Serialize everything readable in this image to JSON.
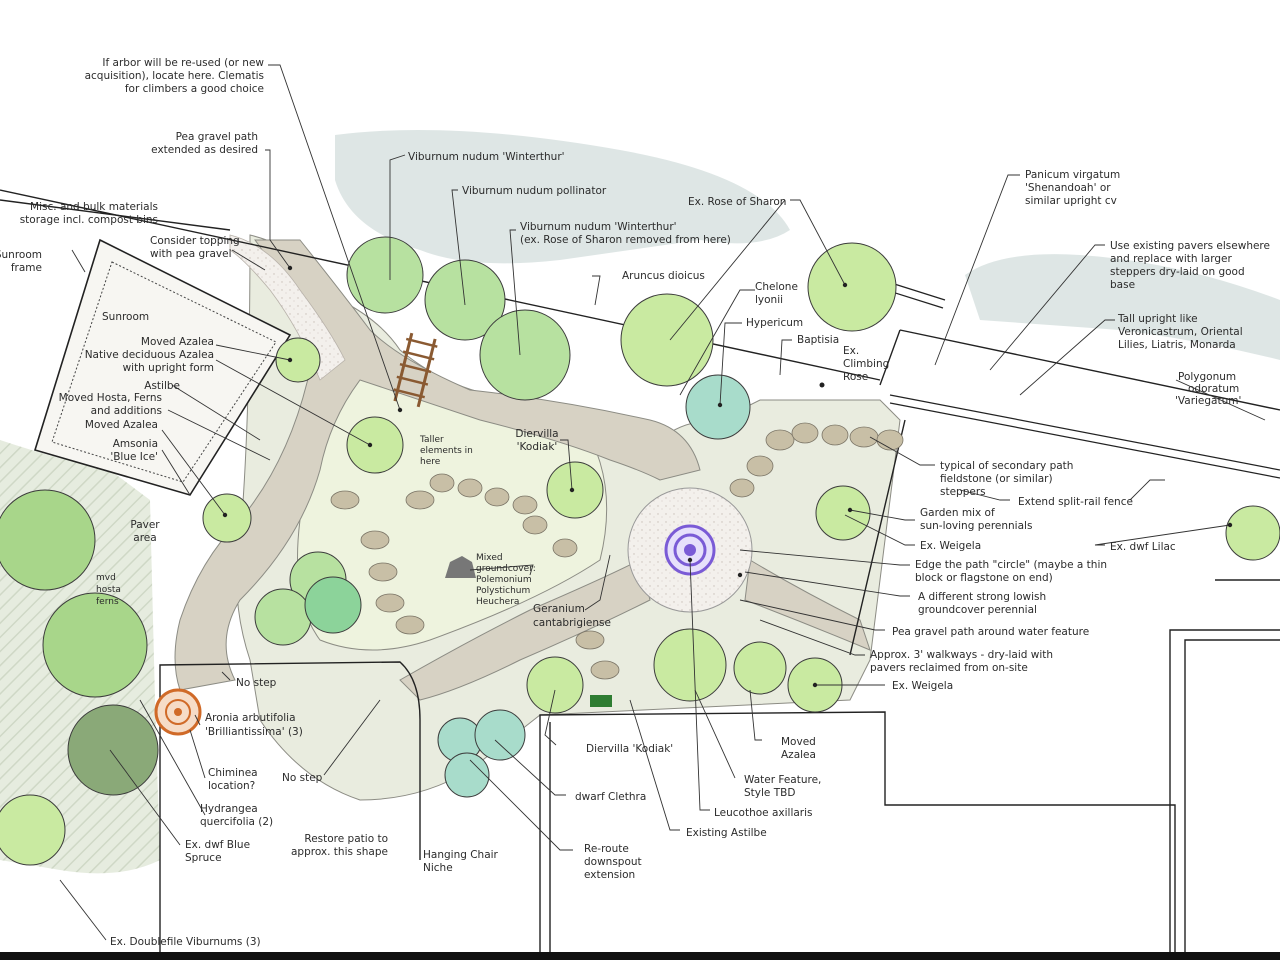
{
  "colors": {
    "background": "#ffffff",
    "shade_wash": "#d8e2e0",
    "bed_fill": "#e9ecdf",
    "lawn_fill": "#eef3de",
    "path_fill": "#d7d2c4",
    "gravel_fill": "#f1eeea",
    "stone_fill": "#c8bfa6",
    "shrub_light": "#c9eaa1",
    "shrub_mid": "#b7e1a0",
    "shrub_teal": "#a8dccb",
    "shrub_dark": "#8aa978",
    "arbor": "#8a5a32",
    "water_feature": "#7a5bd6",
    "chiminea": "#d06a28"
  },
  "labels": {
    "arbor_note": [
      "If arbor will be re-used (or new",
      "acquisition), locate here. Clematis",
      "for climbers a good choice"
    ],
    "pea_gravel_ext": [
      "Pea gravel path",
      "extended as desired"
    ],
    "storage": [
      "Misc. and bulk materials",
      "storage incl. compost bins"
    ],
    "sunroom_frame": [
      "Sunroom",
      "frame"
    ],
    "consider_topping": [
      "Consider topping",
      "with pea gravel"
    ],
    "sunroom": "Sunroom",
    "moved_azalea_1": "Moved Azalea",
    "native_azalea": [
      "Native deciduous Azalea",
      "with upright form"
    ],
    "astilbe": "Astilbe",
    "moved_hosta": [
      "Moved Hosta, Ferns",
      "and additions"
    ],
    "moved_azalea_2": "Moved Azalea",
    "amsonia": [
      "Amsonia",
      "'Blue Ice'"
    ],
    "paver_area": [
      "Paver",
      "area"
    ],
    "mvd_hosta": [
      "mvd",
      "hosta",
      "ferns"
    ],
    "viburnum_1": "Viburnum nudum 'Winterthur'",
    "viburnum_poll": "Viburnum nudum pollinator",
    "viburnum_2": [
      "Viburnum nudum 'Winterthur'",
      "(ex. Rose of Sharon removed from here)"
    ],
    "aruncus": "Aruncus dioicus",
    "ex_rose_sharon": "Ex. Rose of Sharon",
    "chelone": [
      "Chelone",
      "lyonii"
    ],
    "hypericum": "Hypericum",
    "baptisia": "Baptisia",
    "ex_climbing_rose": [
      "Ex.",
      "Climbing",
      "Rose"
    ],
    "panicum": [
      "Panicum virgatum",
      "'Shenandoah' or",
      "similar upright cv"
    ],
    "use_existing_pavers": [
      "Use existing pavers elsewhere",
      "and replace with larger",
      "steppers dry-laid on good",
      "base"
    ],
    "tall_upright": [
      "Tall upright like",
      "Veronicastrum, Oriental",
      "Lilies, Liatris, Monarda"
    ],
    "polygonum": [
      "Polygonum",
      "odoratum",
      "'Variegatum'"
    ],
    "taller_elements": [
      "Taller",
      "elements in",
      "here"
    ],
    "diervilla_top": [
      "Diervilla",
      "'Kodiak'"
    ],
    "mixed_groundcover": [
      "Mixed",
      "groundcover:",
      "Polemonium",
      "Polystichum",
      "Heuchera"
    ],
    "geranium": [
      "Geranium",
      "cantabrigiense"
    ],
    "typical_path": [
      "typical of secondary path",
      "fieldstone (or similar)",
      "steppers"
    ],
    "extend_fence": "Extend split-rail fence",
    "garden_mix": [
      "Garden mix of",
      "sun-loving perennials"
    ],
    "ex_weigela_1": "Ex. Weigela",
    "ex_dwf_lilac": "Ex. dwf Lilac",
    "edge_path": [
      "Edge the path \"circle\" (maybe a thin",
      "block or flagstone on end)"
    ],
    "strong_groundcover": [
      "A different strong lowish",
      "groundcover perennial"
    ],
    "pea_gravel_water": "Pea gravel path around water feature",
    "walkways": [
      "Approx. 3' walkways - dry-laid with",
      "pavers reclaimed from on-site"
    ],
    "ex_weigela_2": "Ex. Weigela",
    "no_step_1": "No step",
    "aronia": [
      "Aronia arbutifolia",
      "'Brilliantissima' (3)"
    ],
    "no_step_2": "No step",
    "chiminea": [
      "Chiminea",
      "location?"
    ],
    "hydrangea": [
      "Hydrangea",
      "quercifolia (2)"
    ],
    "ex_spruce": [
      "Ex. dwf Blue",
      "Spruce"
    ],
    "restore_patio": [
      "Restore patio to",
      "approx. this shape"
    ],
    "hanging_chair": [
      "Hanging Chair",
      "Niche"
    ],
    "diervilla_bottom": "Diervilla 'Kodiak'",
    "dwarf_clethra": "dwarf Clethra",
    "reroute": [
      "Re-route",
      "downspout",
      "extension"
    ],
    "existing_astilbe": "Existing Astilbe",
    "leucothoe": "Leucothoe axillaris",
    "water_feature": [
      "Water Feature,",
      "Style TBD"
    ],
    "moved_azalea_3": [
      "Moved",
      "Azalea"
    ],
    "ex_doublefile": "Ex. Doublefile Viburnums (3)"
  }
}
